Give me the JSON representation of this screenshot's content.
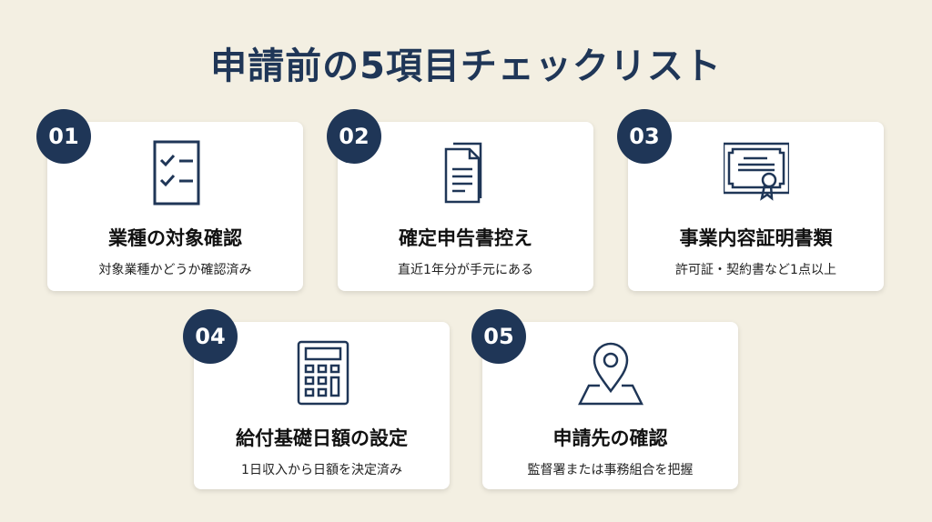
{
  "title": "申請前の5項目チェックリスト",
  "items": [
    {
      "num": "01",
      "title": "業種の対象確認",
      "subtitle": "対象業種かどうか確認済み",
      "icon": "checklist-icon"
    },
    {
      "num": "02",
      "title": "確定申告書控え",
      "subtitle": "直近1年分が手元にある",
      "icon": "documents-icon"
    },
    {
      "num": "03",
      "title": "事業内容証明書類",
      "subtitle": "許可証・契約書など1点以上",
      "icon": "certificate-icon"
    },
    {
      "num": "04",
      "title": "給付基礎日額の設定",
      "subtitle": "1日収入から日額を決定済み",
      "icon": "calculator-icon"
    },
    {
      "num": "05",
      "title": "申請先の確認",
      "subtitle": "監督署または事務組合を把握",
      "icon": "map-pin-icon"
    }
  ],
  "colors": {
    "accent": "#1f3657",
    "background": "#f3efe2"
  }
}
